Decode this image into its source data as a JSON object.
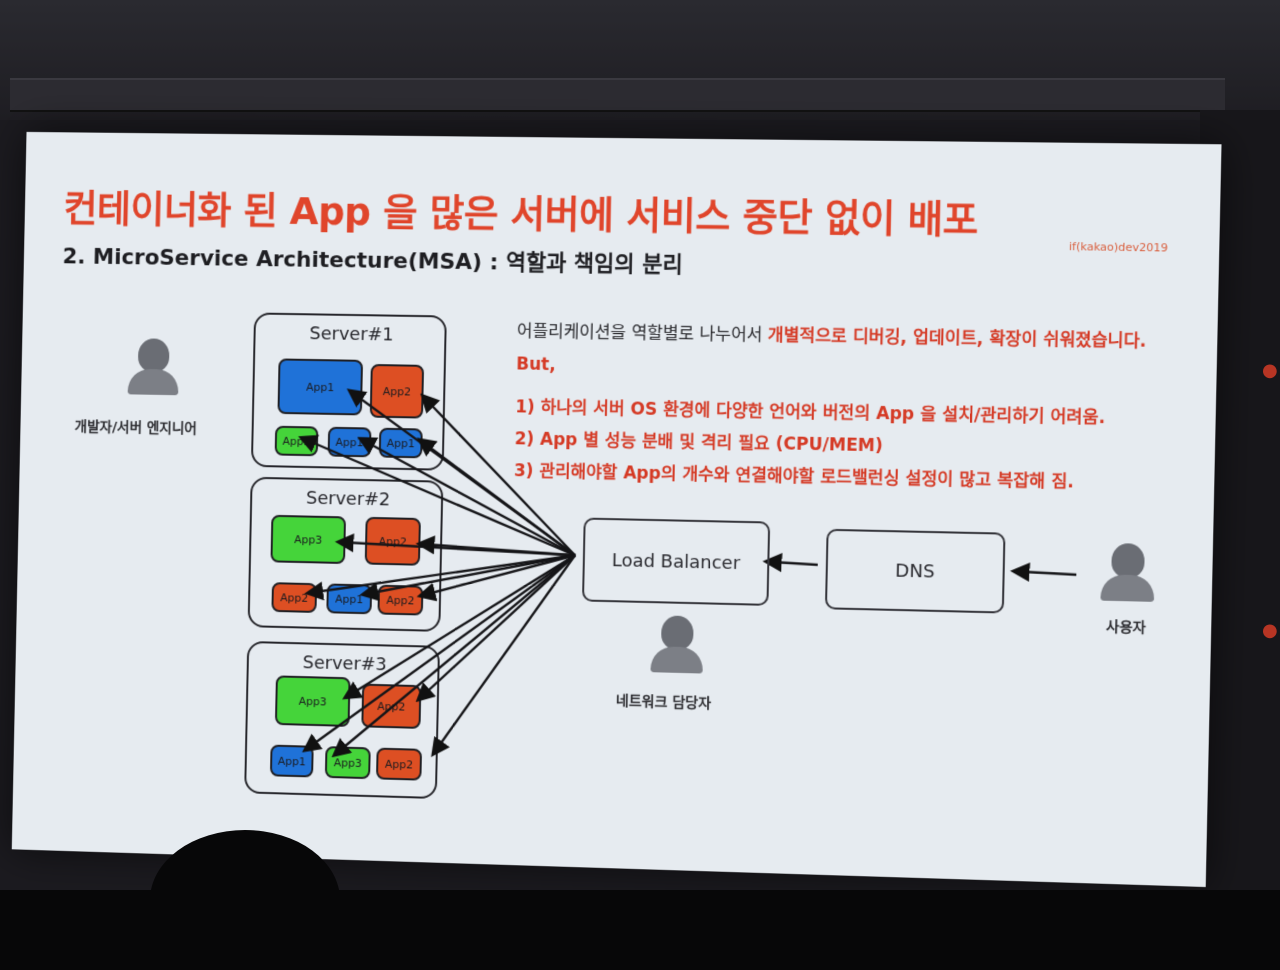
{
  "slide": {
    "title": "컨테이너화 된 App 을 많은 서버에 서비스 중단 없이 배포",
    "brand": "if(kakao)dev2019",
    "subtitle": "2. MicroService Architecture(MSA) : 역할과 책임의 분리"
  },
  "description": {
    "intro_plain": "어플리케이션을 역할별로 나누어서 ",
    "intro_highlight": "개별적으로 디버깅, 업데이트, 확장이 쉬워졌습니다.",
    "but": "But,",
    "points": [
      "1) 하나의 서버 OS 환경에 다양한 언어와 버전의 App 을 설치/관리하기 어려움.",
      "2) App 별 성능 분배 및 격리 필요 (CPU/MEM)",
      "3) 관리해야할 App의 개수와 연결해야할 로드밸런싱 설정이 많고 복잡해 짐."
    ]
  },
  "people": {
    "developer": "개발자/서버 엔지니어",
    "network": "네트워크 담당자",
    "user": "사용자"
  },
  "servers": [
    {
      "name": "Server#1",
      "apps": [
        "App1",
        "App2",
        "App3",
        "App1",
        "App1"
      ]
    },
    {
      "name": "Server#2",
      "apps": [
        "App3",
        "App2",
        "App2",
        "App1",
        "App2"
      ]
    },
    {
      "name": "Server#3",
      "apps": [
        "App3",
        "App2",
        "App1",
        "App3",
        "App2"
      ]
    }
  ],
  "network": {
    "load_balancer": "Load Balancer",
    "dns": "DNS"
  },
  "colors": {
    "title_red": "#e0452b",
    "app1": "#1f72d8",
    "app2": "#dd4f23",
    "app3": "#45d43a"
  }
}
